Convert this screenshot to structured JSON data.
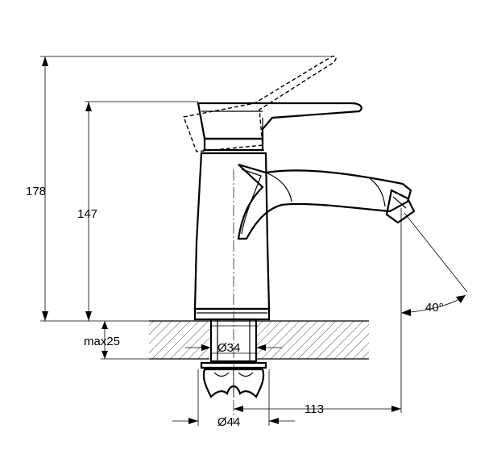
{
  "dimensions": {
    "total_height": "178",
    "lever_height": "147",
    "max_thickness": "max25",
    "hole_diameter": "Ø34",
    "base_diameter": "Ø44",
    "spout_reach": "113",
    "angle": "40°"
  },
  "colors": {
    "line": "#000000",
    "background": "#ffffff"
  }
}
